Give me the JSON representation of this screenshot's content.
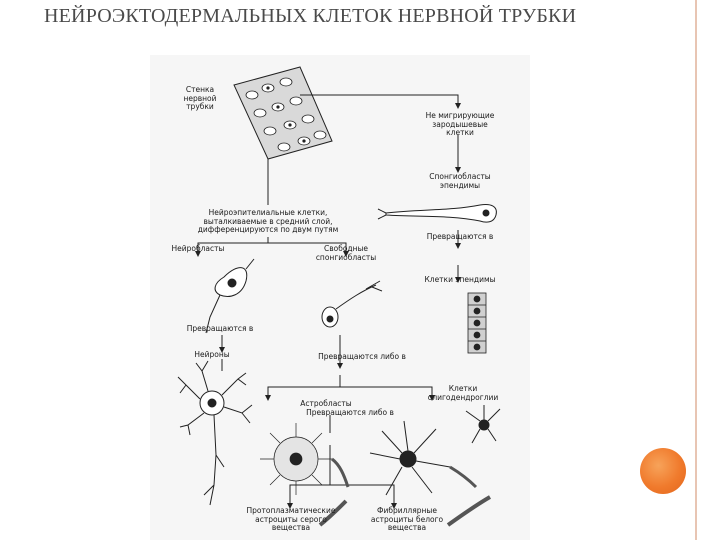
{
  "slide": {
    "title": "НЕЙРОЭКТОДЕРМАЛЬНЫХ КЛЕТОК НЕРВНОЙ ТРУБКИ"
  },
  "diagram": {
    "labels": {
      "neural_tube_wall": "Стенка\nнервной\nтрубки",
      "non_migrating": "Не мигрирующие\nзародышевые\nклетки",
      "spongioblasts_ependyma": "Спонгиобласты\nэпендимы",
      "neuroepithelial": "Нейроэпителиальные клетки,\nвыталкиваемые в средний слой,\nдифференцируются по двум путям",
      "turn_into_1": "Превращаются в",
      "neuroblasts": "Нейробласты",
      "free_spongioblasts": "Свободные\nспонгиобласты",
      "ependymal_cells": "Клетки эпендимы",
      "turn_into_2": "Превращаются в",
      "neurons": "Нейроны",
      "turn_into_either_1": "Превращаются либо в",
      "astroblasts": "Астробласты",
      "oligodendroglia": "Клетки\nолигодендроглии",
      "turn_into_either_2": "Превращаются либо в",
      "protoplasmic_astro": "Протоплазматические\nастроциты серого\nвещества",
      "fibrous_astro": "Фибриллярные\nастроциты белого\nвещества"
    }
  },
  "colors": {
    "accent_orange": "#f07a2c",
    "rule": "#e8c5b3",
    "title_text": "#4a4a4a"
  }
}
